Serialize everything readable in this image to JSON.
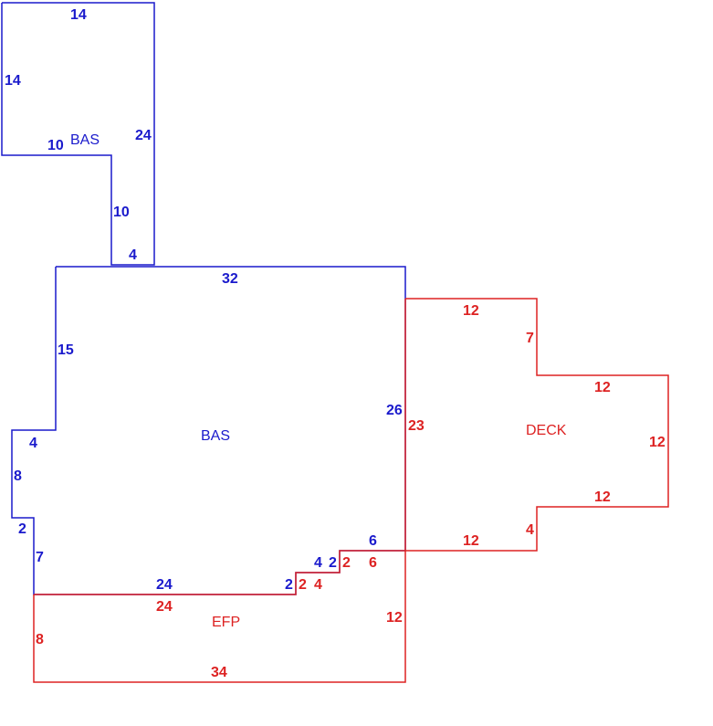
{
  "colors": {
    "bas": "#1a1acc",
    "addon": "#dd2222"
  },
  "areas": {
    "bas_upper": "BAS",
    "bas_main": "BAS",
    "deck": "DECK",
    "efp": "EFP"
  },
  "dims": {
    "bas_upper": {
      "top": "14",
      "left": "14",
      "right": "24",
      "step_horiz": "10",
      "step_vert": "10",
      "bottom": "4"
    },
    "bas_main": {
      "top": "32",
      "left_upper": "15",
      "left_step1": "4",
      "left_mid": "8",
      "left_step2": "2",
      "left_low": "7",
      "right": "26",
      "bottom": "24",
      "step_a": "2",
      "step_b": "4",
      "step_c": "2",
      "step_d": "6"
    },
    "deck": {
      "top": "12",
      "right_step1": "7",
      "middle_top": "12",
      "right": "12",
      "middle_bottom": "12",
      "right_step2": "4",
      "bottom": "12",
      "left": "23"
    },
    "efp": {
      "top": "24",
      "step_a": "2",
      "step_b": "4",
      "step_c": "2",
      "step_d": "6",
      "left": "8",
      "right": "12",
      "bottom": "34"
    }
  }
}
